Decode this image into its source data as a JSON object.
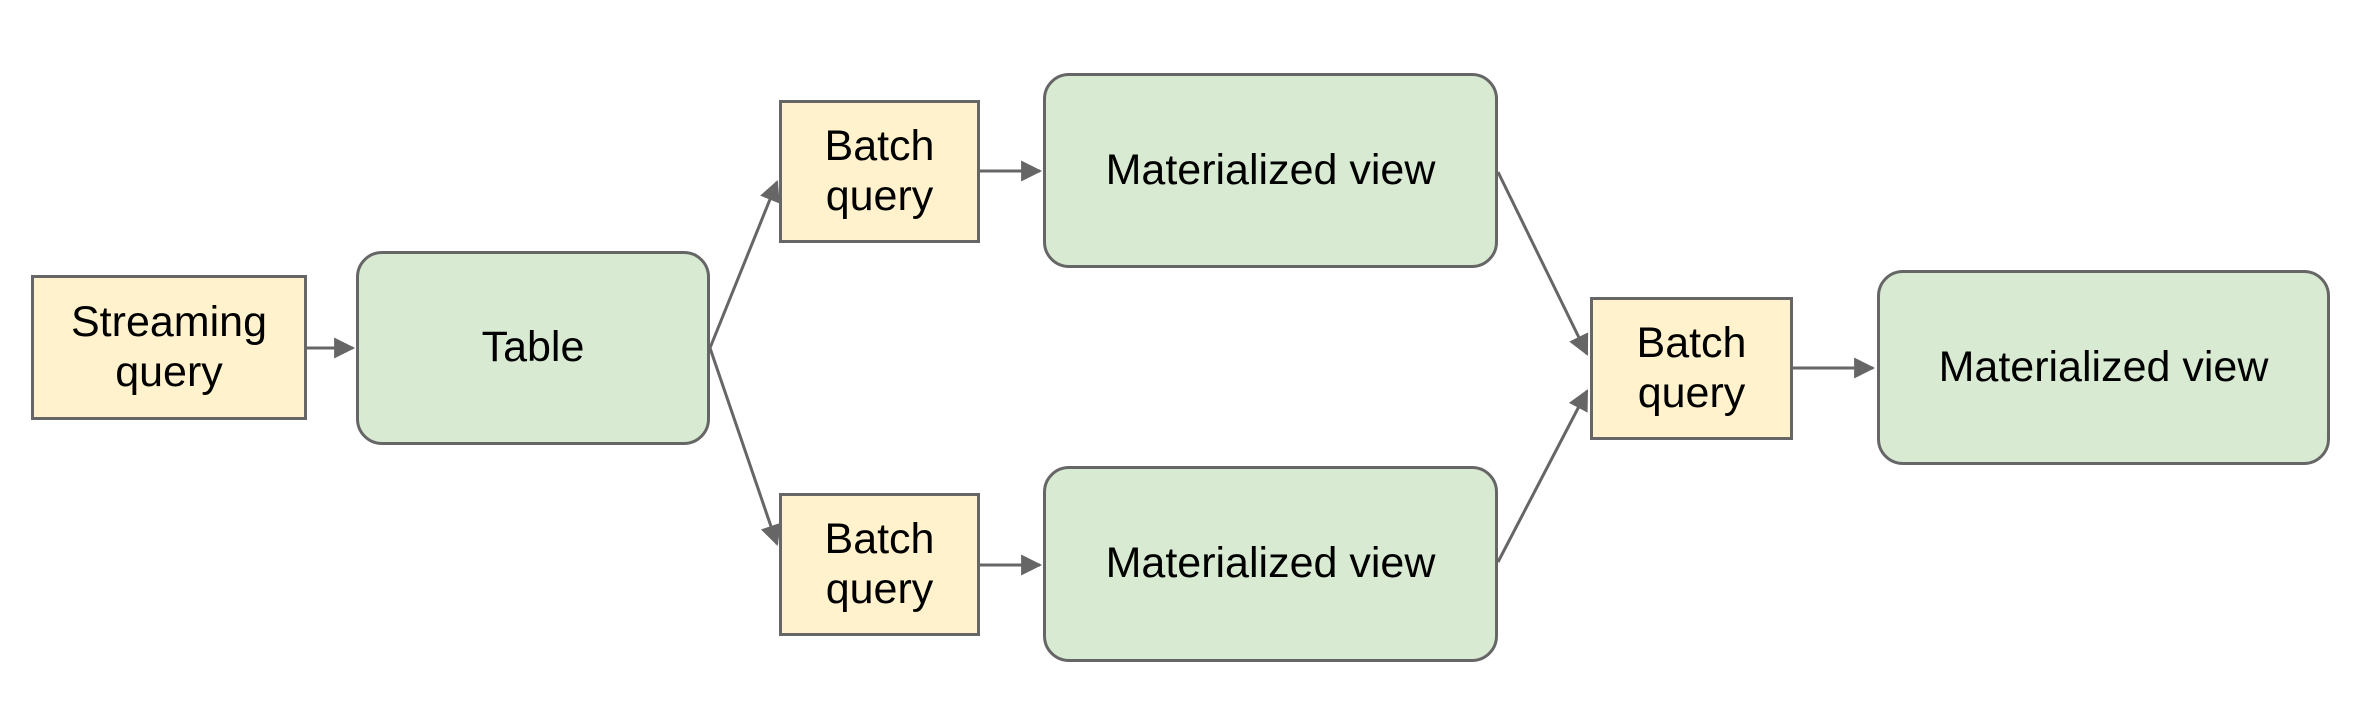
{
  "diagram_type": "flowchart",
  "nodes": {
    "streaming_query": {
      "label": "Streaming query",
      "kind": "query"
    },
    "table": {
      "label": "Table",
      "kind": "data"
    },
    "batch_query_top": {
      "label": "Batch query",
      "kind": "query"
    },
    "materialized_view_top": {
      "label": "Materialized view",
      "kind": "data"
    },
    "batch_query_bottom": {
      "label": "Batch query",
      "kind": "query"
    },
    "materialized_view_bottom": {
      "label": "Materialized view",
      "kind": "data"
    },
    "batch_query_right": {
      "label": "Batch query",
      "kind": "query"
    },
    "materialized_view_final": {
      "label": "Materialized view",
      "kind": "data"
    }
  },
  "edges": [
    {
      "from": "streaming_query",
      "to": "table"
    },
    {
      "from": "table",
      "to": "batch_query_top"
    },
    {
      "from": "batch_query_top",
      "to": "materialized_view_top"
    },
    {
      "from": "table",
      "to": "batch_query_bottom"
    },
    {
      "from": "batch_query_bottom",
      "to": "materialized_view_bottom"
    },
    {
      "from": "materialized_view_top",
      "to": "batch_query_right"
    },
    {
      "from": "materialized_view_bottom",
      "to": "batch_query_right"
    },
    {
      "from": "batch_query_right",
      "to": "materialized_view_final"
    }
  ],
  "colors": {
    "query_fill": "#fff2cc",
    "data_fill": "#d9ead3",
    "border_color": "#666666",
    "arrow_color": "#666666",
    "text_color": "#000000",
    "bg_color": "#ffffff"
  }
}
